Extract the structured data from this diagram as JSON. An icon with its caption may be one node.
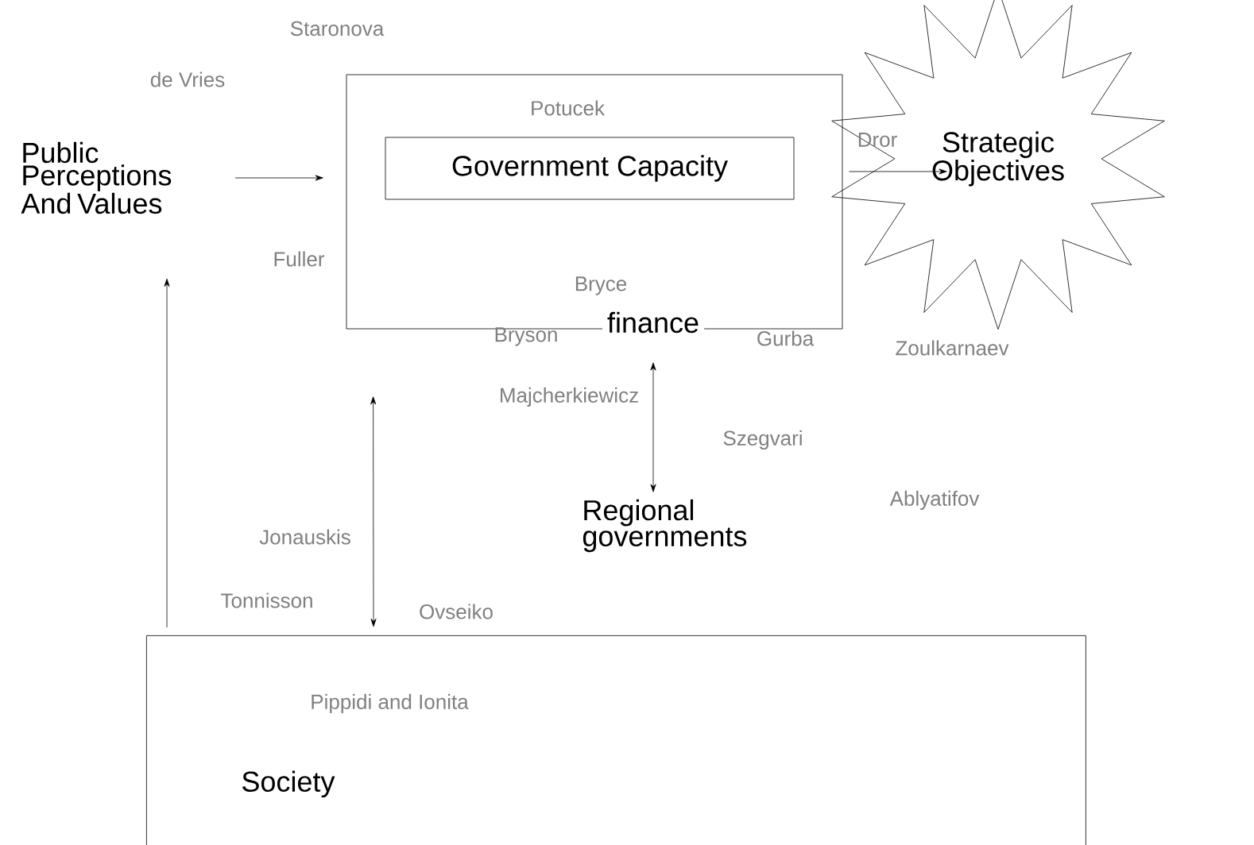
{
  "diagram": {
    "nodes": [
      {
        "text": [],
        "shape": "box"
      },
      {
        "text": [
          "Government Capacity"
        ],
        "in": 0
      },
      {
        "text": [
          "Public Perceptions And Values"
        ]
      },
      {
        "text": [
          "Strategic Objectives"
        ]
      },
      {
        "text": [
          "finance"
        ]
      },
      {
        "text": [
          "Regional governments"
        ]
      },
      {
        "text": [
          "Society"
        ]
      }
    ],
    "edges": [
      {
        "from": 2,
        "to": 0,
        "arrow": "to"
      },
      {
        "from": 0,
        "to": 3,
        "arrow": "to"
      },
      {
        "from": 4,
        "to": 5,
        "arrow": "both"
      },
      {
        "from": 6,
        "to": 2,
        "arrow": "to"
      },
      {
        "from": 6,
        "to": 0,
        "arrow": "both"
      }
    ],
    "labels": [
      "Staronova",
      "de Vries",
      "Potucek",
      "Dror",
      "Fuller",
      "Bryce",
      "Bryson",
      "Gurba",
      "Zoulkarnaev",
      "Majcherkiewicz",
      "Szegvari",
      "Ablyatifov",
      "Jonauskis",
      "Tonnisson",
      "Ovseiko",
      "Pippidi and Ionita"
    ]
  }
}
